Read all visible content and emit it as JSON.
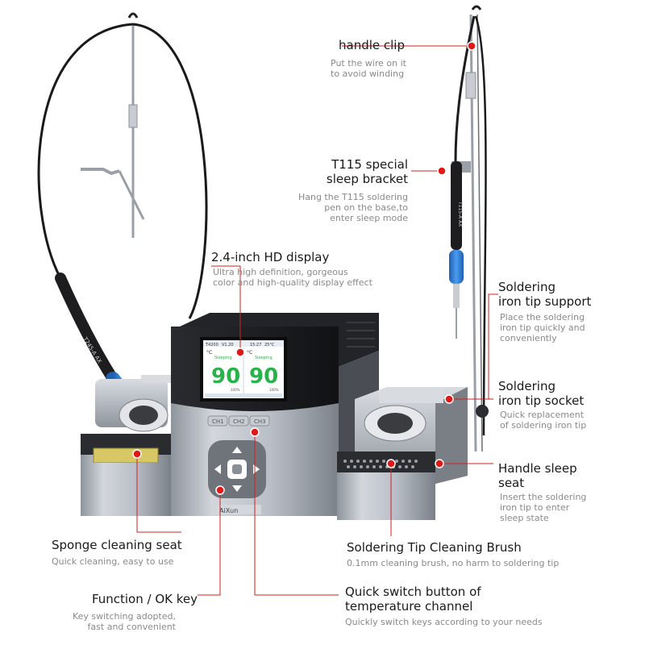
{
  "product": {
    "brand": "AiXun",
    "channels": [
      "CH1",
      "CH2",
      "CH3"
    ],
    "screen": {
      "left_model": "T4200",
      "left_voltage": "V1.20",
      "right_time": "15:27",
      "right_temp": "25°C",
      "left_value": "90",
      "right_value": "90",
      "left_mode": "Sleeping",
      "right_mode": "Sleeping",
      "unit": "°C",
      "left_pct": "100%",
      "right_pct": "100%"
    },
    "iron_left_text": "T245-A AX",
    "iron_right_text": "T115-A AX"
  },
  "callouts": {
    "handle_clip": {
      "title": "handle clip",
      "desc1": "Put the wire on it",
      "desc2": "to avoid winding"
    },
    "sleep_bracket": {
      "title1": "T115 special",
      "title2": "sleep bracket",
      "desc1": "Hang the T115 soldering",
      "desc2": "pen on the base,to",
      "desc3": "enter sleep mode"
    },
    "display": {
      "title": "2.4-inch HD display",
      "desc1": "Ultra high definition, gorgeous",
      "desc2": "color and high-quality display effect"
    },
    "tip_support": {
      "title1": "Soldering",
      "title2": "iron tip support",
      "desc1": "Place the soldering",
      "desc2": "iron tip quickly and",
      "desc3": "conveniently"
    },
    "tip_socket": {
      "title1": "Soldering",
      "title2": "iron tip socket",
      "desc1": "Quick replacement",
      "desc2": "of soldering iron tip"
    },
    "sleep_seat": {
      "title1": "Handle sleep",
      "title2": "seat",
      "desc1": "Insert the soldering",
      "desc2": "iron tip to enter",
      "desc3": "sleep state"
    },
    "sponge": {
      "title": "Sponge cleaning seat",
      "desc": "Quick cleaning, easy to use"
    },
    "brush": {
      "title": "Soldering Tip Cleaning Brush",
      "desc": "0.1mm cleaning brush, no harm to soldering tip"
    },
    "function_key": {
      "title": "Function / OK key",
      "desc1": "Key switching adopted,",
      "desc2": "fast and convenient"
    },
    "quick_switch": {
      "title1": "Quick switch button of",
      "title2": "temperature channel",
      "desc": "Quickly switch keys according to your needs"
    }
  },
  "colors": {
    "accent": "#e01818",
    "body_silver": "#b9bec6",
    "top_black": "#1b1c1f",
    "grip_blue": "#2f7fd8",
    "screen_green": "#27b34a"
  }
}
